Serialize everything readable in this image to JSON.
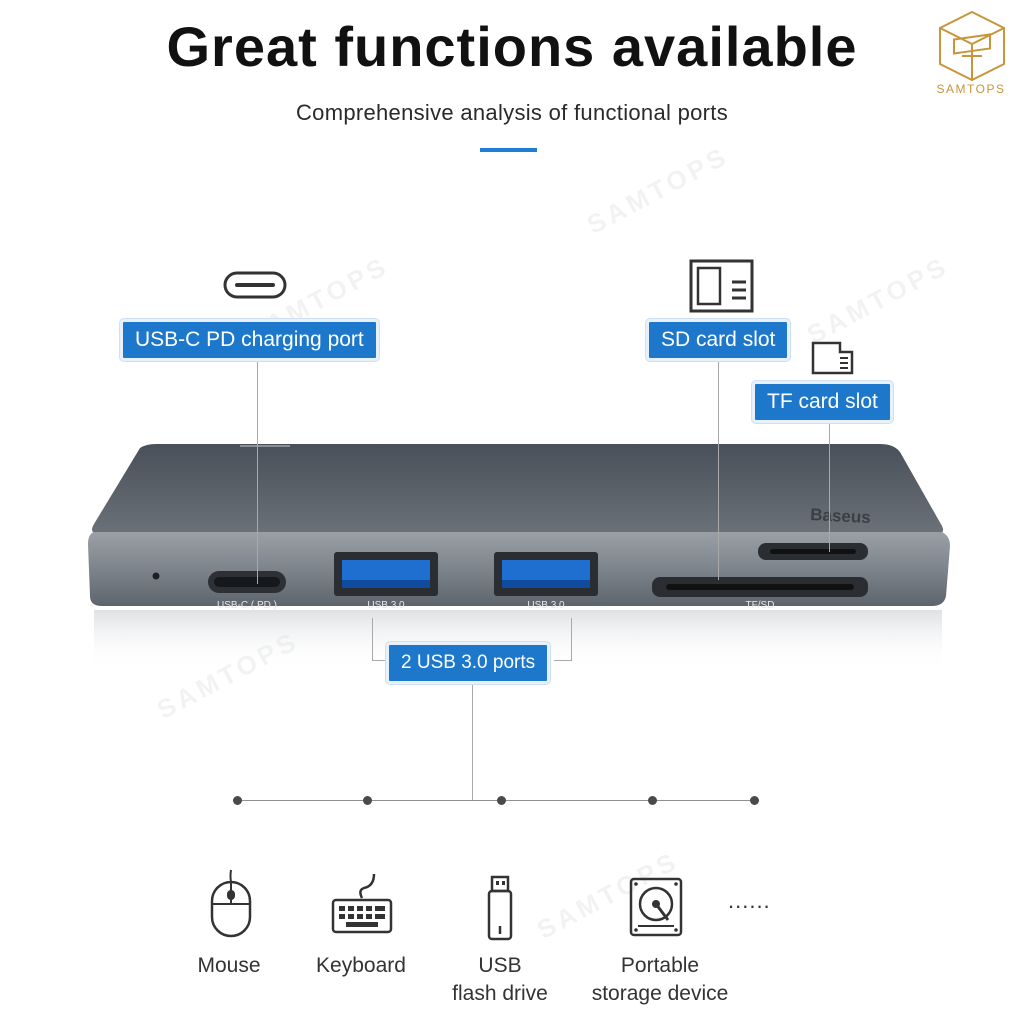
{
  "header": {
    "title": "Great functions available",
    "subtitle": "Comprehensive analysis of functional ports"
  },
  "brand": {
    "name": "SAMTOPS",
    "color": "#c8953a"
  },
  "watermark_text": "SAMTOPS",
  "accent_color": "#1d78cc",
  "callouts": {
    "usbc": "USB-C PD charging port",
    "sd": "SD card slot",
    "tf": "TF card slot",
    "usb3": "2 USB 3.0 ports"
  },
  "hub": {
    "logo": "Baseus",
    "port_labels": {
      "usbc": "USB-C ( PD )",
      "usb3_left": "USB 3.0",
      "usb3_right": "USB 3.0",
      "card": "TF/SD"
    }
  },
  "devices": [
    {
      "icon": "mouse-icon",
      "label": [
        "Mouse"
      ]
    },
    {
      "icon": "keyboard-icon",
      "label": [
        "Keyboard"
      ]
    },
    {
      "icon": "usb-flash-drive-icon",
      "label": [
        "USB",
        "flash drive"
      ]
    },
    {
      "icon": "hard-drive-icon",
      "label": [
        "Portable",
        "storage device"
      ]
    }
  ],
  "more_indicator": "......"
}
